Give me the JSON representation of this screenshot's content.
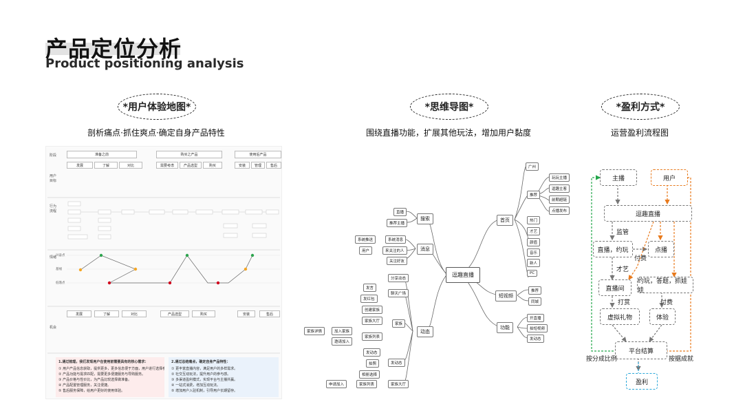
{
  "header": {
    "title_cn": "产品定位分析",
    "title_en": "Product positioning analysis"
  },
  "sections": [
    {
      "pill": "*用户体验地图*",
      "subtitle": "剖析痛点·抓住爽点·确定自身产品特性"
    },
    {
      "pill": "*思维导图*",
      "subtitle": "围绕直播功能，扩展其他玩法，增加用户黏度"
    },
    {
      "pill": "*盈利方式*",
      "subtitle": "运营盈利流程图"
    }
  ],
  "journey": {
    "row_labels": [
      "阶段",
      "用户目标",
      "行为流程",
      "情绪",
      "机会"
    ],
    "stage_headers": [
      "准备之前",
      "购买之产品",
      "使用后产品"
    ],
    "sub_headers": [
      "发展",
      "了解",
      "对比",
      "需要考虑",
      "产品选型",
      "购买",
      "安装",
      "管理",
      "售后"
    ],
    "emotion_labels": [
      "兴奋点",
      "基线",
      "低落点"
    ],
    "opportunity_headers": [
      "发展",
      "了解",
      "对比",
      "产品选型",
      "购买",
      "安装",
      "售后"
    ],
    "summary_left": {
      "title": "1.通过梳理，我们发现用户在使用前需要具有的核心需求：",
      "lines": [
        "① 用户产品信息获取，提供更多，更多信息便于方面，用户进行选择参考。",
        "② 产品功能与需求匹配，需要更多便捷服务与导购服务。",
        "③ 产品价格与性价比，为产品比较选择做准备。",
        "④ 产品配置管理服务，关注便捷。",
        "⑤ 售后服务保障，给用户更好的使用体验。"
      ]
    },
    "summary_right": {
      "title": "2.通过总结痛点，确定自身产品特性：",
      "lines": [
        "① 更丰富直播内容，满足用户的多样需求。",
        "② 社交互动玩法，提升用户的参与感。",
        "③ 多渠道盈利模式，实现平台与主播共赢。",
        "④ 一站式消费，增加互动玩法。",
        "⑤ 增加用户入驻机制，引导用户长期留存。"
      ]
    }
  },
  "mindmap": {
    "center": "逗趣直播",
    "branches": [
      {
        "label": "首页",
        "children": [
          "广州",
          "推荐",
          "热门",
          "才艺",
          "颜值",
          "音乐",
          "新人",
          "PC"
        ]
      },
      {
        "label": "短视频",
        "children": [
          "推荐",
          "同城"
        ]
      },
      {
        "label": "功能",
        "children": [
          "开直播",
          "拍短视频",
          "发动态"
        ]
      },
      {
        "label": "搜索",
        "children": [
          "直播",
          "推荐主播"
        ]
      },
      {
        "label": "消息",
        "children": [
          "系统推送",
          "系统消息",
          "用户",
          "来关注的人",
          "关注好友"
        ]
      },
      {
        "label": "动态",
        "children": [
          "分享动态",
          "聊天广场",
          "家族",
          "发动态",
          "家族大厅"
        ]
      }
    ],
    "recommend_children": [
      "玩玩主播",
      "逗趣主客",
      "前期超链",
      "点播发布"
    ],
    "extra_nodes": [
      "发言",
      "发红包",
      "创建家族",
      "家族大厅",
      "加入家族",
      "家族详情",
      "邀请加入",
      "家族列表",
      "发动态",
      "拍照",
      "相册选择",
      "申请加入",
      "家族列表"
    ]
  },
  "flow": {
    "nodes": {
      "anchor": "主播",
      "user": "用户",
      "center": "逗趣直播",
      "live": "直播，约玩",
      "vod": "点播",
      "studio": "直播间",
      "play": "约玩，答题，抓娃娃",
      "gift": "虚拟礼物",
      "exp": "体验",
      "settle": "平台结算",
      "profit": "盈利"
    },
    "labels": {
      "monitor": "监管",
      "pay1": "付费",
      "talent": "才艺",
      "tip": "打赏",
      "pay2": "付费",
      "split": "按分成比例",
      "achieve": "按据成就"
    }
  },
  "colors": {
    "green": "#22a64a",
    "orange": "#e87a1d",
    "blue": "#2aa7d9",
    "gray": "#777777"
  }
}
